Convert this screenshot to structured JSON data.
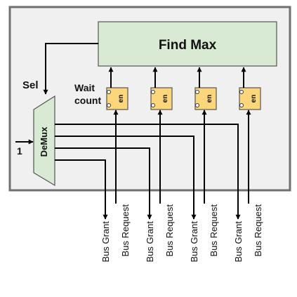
{
  "find_max": {
    "label": "Find Max"
  },
  "sel_label": "Sel",
  "wait_count_label": [
    "Wait",
    "count"
  ],
  "demux": {
    "label": "DeMux",
    "input_value": "1"
  },
  "counters": [
    {
      "enable_label": "en"
    },
    {
      "enable_label": "en"
    },
    {
      "enable_label": "en"
    },
    {
      "enable_label": "en"
    }
  ],
  "channels": [
    {
      "grant": "Bus Grant",
      "request": "Bus Request"
    },
    {
      "grant": "Bus Grant",
      "request": "Bus Request"
    },
    {
      "grant": "Bus Grant",
      "request": "Bus Request"
    },
    {
      "grant": "Bus Grant",
      "request": "Bus Request"
    }
  ],
  "colors": {
    "enclosure_fill": "#f0f0f0",
    "enclosure_stroke": "#707070",
    "find_max_fill": "#d8ead3",
    "demux_fill": "#d8ead3",
    "counter_fill": "#fcd67a",
    "wire": "#000000"
  }
}
